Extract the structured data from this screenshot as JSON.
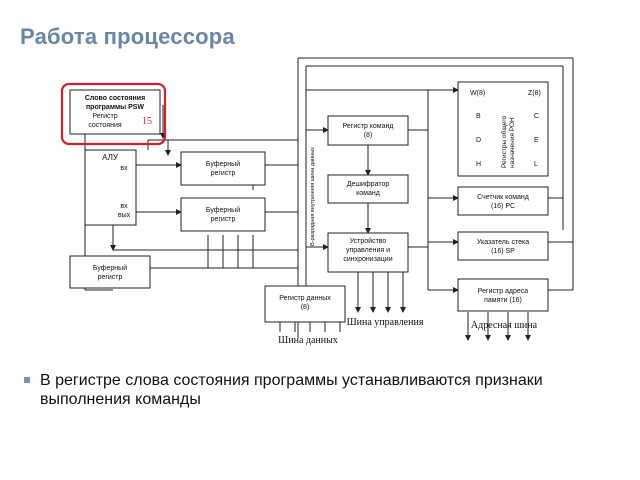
{
  "title": "Работа процессора",
  "diagram": {
    "psw": {
      "title_line1": "Слово состояния",
      "title_line2": "программы PSW",
      "reg_line1": "Регистр",
      "reg_line2": "состояния",
      "bits": "15"
    },
    "alu": {
      "label": "АЛУ",
      "in1": "вх",
      "in2": "вх",
      "out": "вых"
    },
    "buffer1": {
      "line1": "Буферный",
      "line2": "регистр"
    },
    "buffer2": {
      "line1": "Буферный",
      "line2": "регистр"
    },
    "buffer3": {
      "line1": "Буферный",
      "line2": "регистр"
    },
    "internal_bus": "В-разрядная внутренняя шина данных",
    "cmd_reg": {
      "line1": "Регистр команд",
      "line2": "(8)"
    },
    "decoder": {
      "line1": "Дешифратор",
      "line2": "команд"
    },
    "control": {
      "line1": "Устройство",
      "line2": "управления и",
      "line3": "синхронизации"
    },
    "data_reg": {
      "line1": "Регистр данных",
      "line2": "(8)"
    },
    "gpr": {
      "w": "W(8)",
      "z": "Z(8)",
      "b": "B",
      "c": "C",
      "d": "D",
      "e": "E",
      "h": "H",
      "l": "L",
      "label_line1": "Регистры общего",
      "label_line2": "назначения РОН"
    },
    "pc": {
      "line1": "Счетчик команд",
      "line2": "(16) PC"
    },
    "sp": {
      "line1": "Указатель стека",
      "line2": "(16) SP"
    },
    "mar": {
      "line1": "Регистр адреса",
      "line2": "памяти (16)"
    },
    "bus_data": "Шина данных",
    "bus_control": "Шина управления",
    "bus_address": "Адресная шина"
  },
  "bullet_text": "В регистре слова состояния программы устанавливаются признаки выполнения команды",
  "colors": {
    "title": "#6a86a6",
    "highlight": "#d02030",
    "bullet": "#7a94b0",
    "line": "#222222"
  }
}
